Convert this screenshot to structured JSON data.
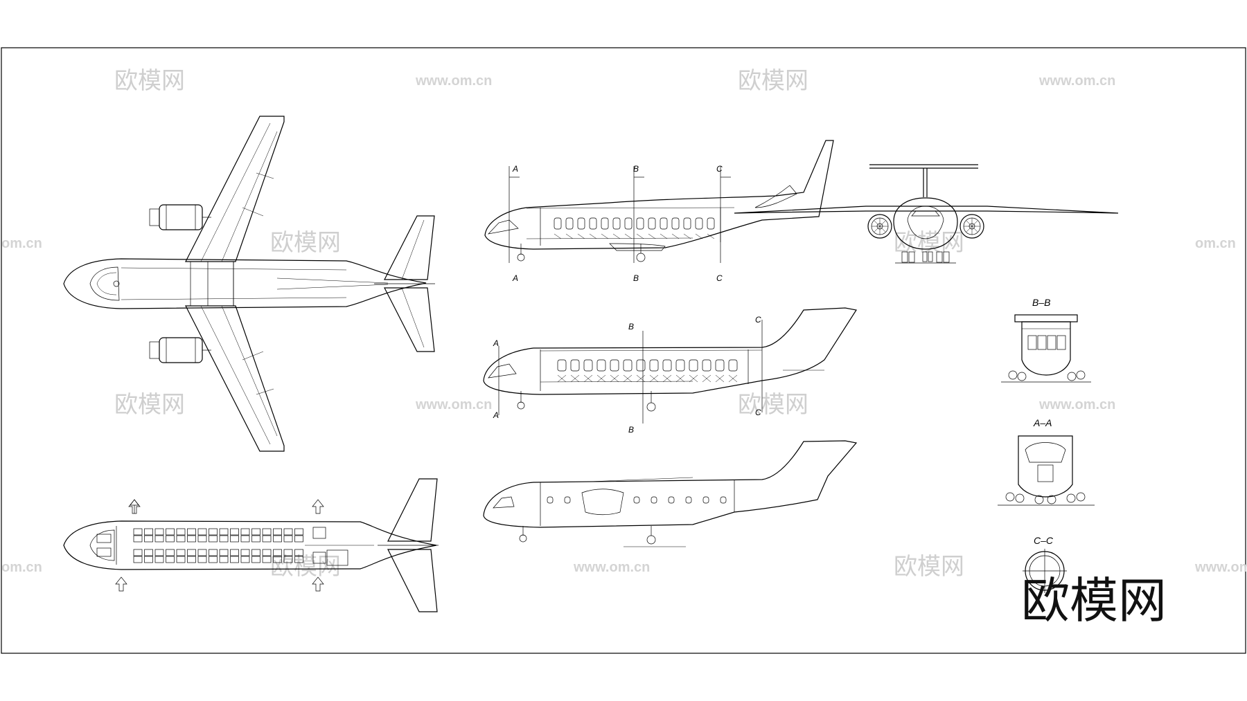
{
  "watermark": {
    "logo_text": "欧模网",
    "url_text": "www.om.cn",
    "url_short": "om.cn"
  },
  "brand_logo": "欧模网",
  "section_letters": {
    "a": "A",
    "b": "B",
    "c": "C"
  },
  "section_titles": {
    "bb": "B–B",
    "aa": "A–A",
    "cc": "C–C"
  }
}
